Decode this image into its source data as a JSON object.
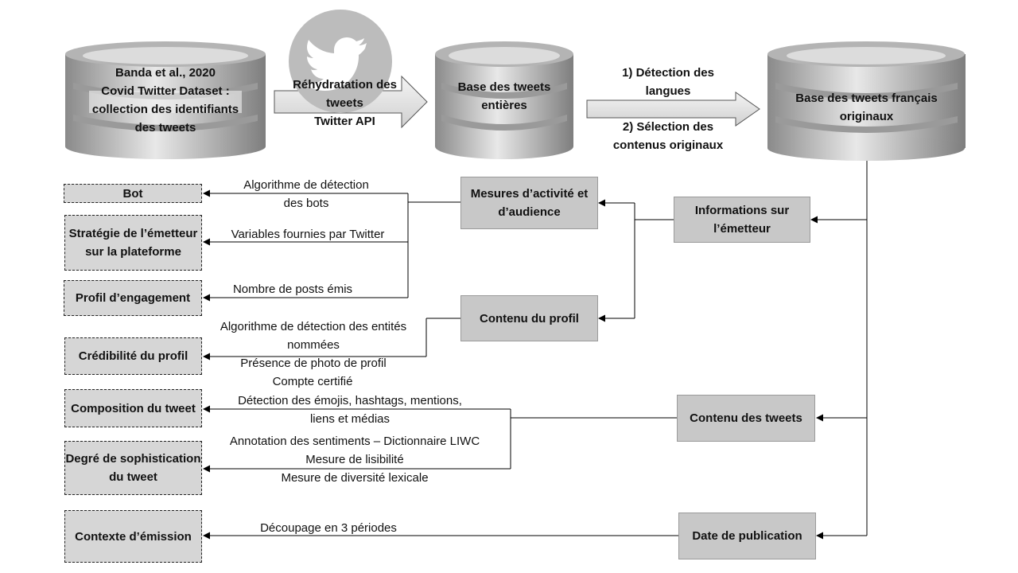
{
  "databases": {
    "source": {
      "lines": [
        "Banda et al., 2020",
        "Covid Twitter Dataset :",
        "collection des identifiants",
        "des tweets"
      ]
    },
    "full": {
      "lines": [
        "Base des tweets",
        "entières"
      ]
    },
    "french": {
      "lines": [
        "Base des tweets français",
        "originaux"
      ]
    }
  },
  "icons": {
    "twitter": "twitter-bird-icon"
  },
  "steps": {
    "rehydration": [
      "Réhydratation des",
      "tweets",
      "Twitter API"
    ],
    "processing_1": [
      "1) Détection des",
      "langues"
    ],
    "processing_2": [
      "2) Sélection des",
      "contenus originaux"
    ]
  },
  "sources": {
    "emitter": "Informations sur l’émetteur",
    "activity": "Mesures d’activité et d’audience",
    "profile_content": "Contenu du profil",
    "tweet_content": "Contenu des tweets",
    "publication_date": "Date de publication"
  },
  "outputs": {
    "bot": "Bot",
    "strategy": "Stratégie de l’émetteur sur la plateforme",
    "engagement": "Profil d’engagement",
    "credibility": "Crédibilité du profil",
    "composition": "Composition du tweet",
    "sophistication": "Degré de sophistication du tweet",
    "context": "Contexte d’émission"
  },
  "methods": {
    "bot_detection": [
      "Algorithme de détection",
      "des bots"
    ],
    "twitter_vars": "Variables fournies par Twitter",
    "posts_count": "Nombre de posts émis",
    "ner": [
      "Algorithme de détection des entités",
      "nommées"
    ],
    "photo": "Présence de photo de profil",
    "certified": "Compte certifié",
    "emoji_detection": [
      "Détection des émojis, hashtags, mentions,",
      "liens et médias"
    ],
    "sentiment": "Annotation des sentiments – Dictionnaire LIWC",
    "readability": "Mesure de lisibilité",
    "lexical": "Mesure de diversité lexicale",
    "periods": "Découpage en 3 périodes"
  }
}
